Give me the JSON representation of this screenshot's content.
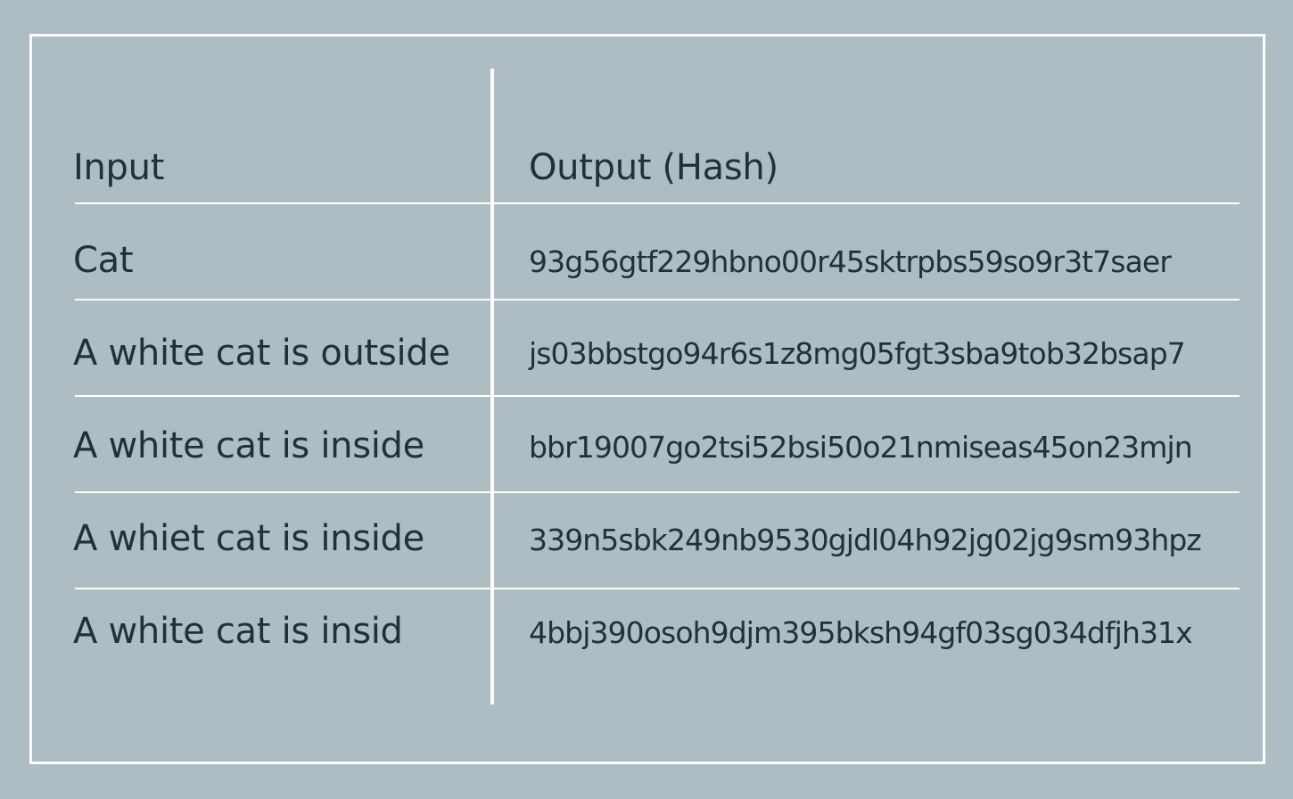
{
  "table": {
    "headers": {
      "input": "Input",
      "output": "Output (Hash)"
    },
    "rows": [
      {
        "input": "Cat",
        "output": "93g56gtf229hbno00r45sktrpbs59so9r3t7saer"
      },
      {
        "input": "A white cat is outside",
        "output": "js03bbstgo94r6s1z8mg05fgt3sba9tob32bsap7"
      },
      {
        "input": "A white cat is inside",
        "output": "bbr19007go2tsi52bsi50o21nmiseas45on23mjn"
      },
      {
        "input": "A whiet cat is inside",
        "output": "339n5sbk249nb9530gjdl04h92jg02jg9sm93hpz"
      },
      {
        "input": "A white cat is insid",
        "output": "4bbj390osoh9djm395bksh94gf03sg034dfjh31x"
      }
    ]
  },
  "colors": {
    "background": "#aebcc4",
    "lines": "#ffffff",
    "text": "#233039"
  }
}
